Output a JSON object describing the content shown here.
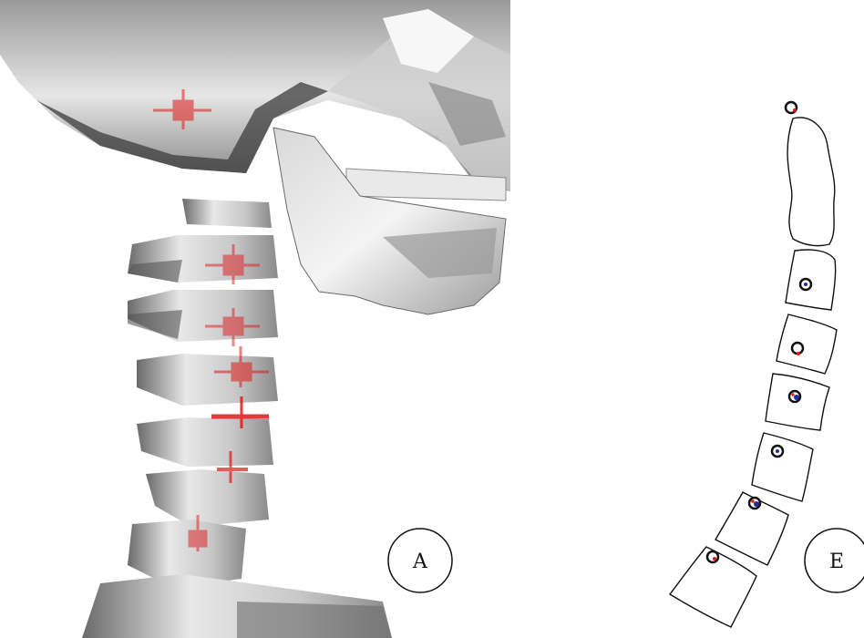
{
  "panels": [
    {
      "id": "A",
      "label": "A"
    },
    {
      "id": "B",
      "label": "E"
    }
  ],
  "colors": {
    "bone_light": "#f2f2f2",
    "bone_mid": "#bdbdbd",
    "bone_dark": "#5a5a5a",
    "marker": "#e01818",
    "outline": "#111111",
    "landmark_blue": "#1f2f9a"
  }
}
